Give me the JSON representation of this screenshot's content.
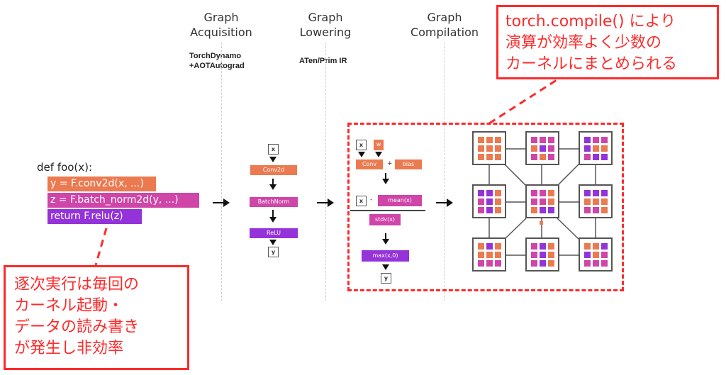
{
  "stages": [
    {
      "title_line1": "Graph",
      "title_line2": "Acquisition",
      "sub_line1": "TorchDynamo",
      "sub_line2": "+AOTAutograd"
    },
    {
      "title_line1": "Graph",
      "title_line2": "Lowering",
      "sub_line1": "ATen/Prim IR",
      "sub_line2": ""
    },
    {
      "title_line1": "Graph",
      "title_line2": "Compilation",
      "sub_line1": "",
      "sub_line2": ""
    }
  ],
  "code": {
    "def_line": "def foo(x):",
    "lines": [
      {
        "text": "y = F.conv2d(x, ...)",
        "color": "orange"
      },
      {
        "text": "z = F.batch_norm2d(y, ...)",
        "color": "pink"
      },
      {
        "text": "return F.relu(z)",
        "color": "purple"
      }
    ]
  },
  "acquisition_graph": {
    "input": "x",
    "nodes": [
      {
        "label": "Conv2d",
        "color": "orange"
      },
      {
        "label": "BatchNorm",
        "color": "pink"
      },
      {
        "label": "ReLU",
        "color": "purple"
      }
    ],
    "output": "y"
  },
  "lowering_graph": {
    "input_x": "x",
    "input_w": "w",
    "conv": "Conv",
    "plus": "+",
    "bias": "bias",
    "x2": "x",
    "minus": "-",
    "mean": "mean(x)",
    "stdv": "stdv(x)",
    "max": "max(x,0)",
    "output": "y"
  },
  "compilation_grid": {
    "clusters": [
      [
        "orange",
        "orange",
        "orange",
        "orange",
        "orange",
        "orange",
        "orange",
        "orange",
        "orange"
      ],
      [
        "pink",
        "pink",
        "pink",
        "orange",
        "purple",
        "pink",
        "pink",
        "orange",
        "pink"
      ],
      [
        "purple",
        "pink",
        "pink",
        "purple",
        "orange",
        "orange",
        "pink",
        "purple",
        "purple"
      ],
      [
        "purple",
        "purple",
        "orange",
        "pink",
        "purple",
        "orange",
        "pink",
        "purple",
        "orange"
      ],
      [
        "pink",
        "pink",
        "orange",
        "pink",
        "pink",
        "orange",
        "orange",
        "purple",
        "purple"
      ],
      [
        "purple",
        "purple",
        "purple",
        "orange",
        "orange",
        "orange",
        "pink",
        "pink",
        "orange"
      ],
      [
        "orange",
        "purple",
        "orange",
        "orange",
        "orange",
        "orange",
        "pink",
        "pink",
        "pink"
      ],
      [
        "pink",
        "purple",
        "orange",
        "pink",
        "purple",
        "orange",
        "pink",
        "purple",
        "orange"
      ],
      [
        "orange",
        "orange",
        "purple",
        "purple",
        "orange",
        "pink",
        "pink",
        "pink",
        "pink"
      ]
    ]
  },
  "callouts": {
    "compile": [
      "torch.compile() により",
      "演算が効率よく少数の",
      "カーネルにまとめられる"
    ],
    "eager": [
      "逐次実行は毎回の",
      "カーネル起動・",
      "データの読み書き",
      "が発生し非効率"
    ]
  },
  "colors": {
    "orange": "#ec7a50",
    "pink": "#cf45a8",
    "purple": "#9433d9",
    "annotation_red": "#ff2a2a"
  }
}
